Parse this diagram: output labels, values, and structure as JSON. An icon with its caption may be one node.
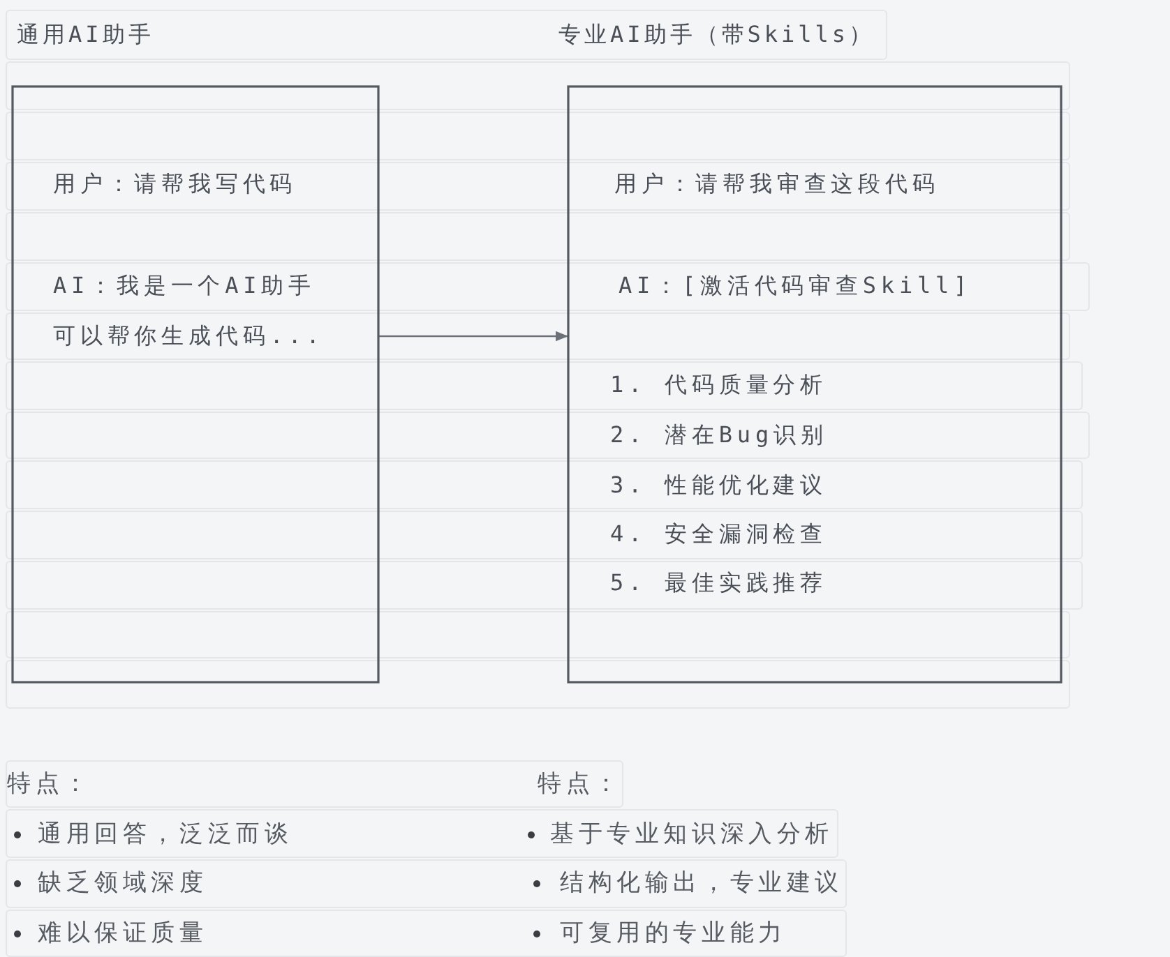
{
  "diagram": {
    "nodes": [
      {
        "text": [
          "通用AI助手",
          "用户：请帮我写代码",
          "AI：我是一个AI助手",
          "可以帮你生成代码..."
        ]
      },
      {
        "text": [
          "专业AI助手（带Skills）",
          "用户：请帮我审查这段代码",
          "AI：[激活代码审查Skill]",
          "1. 代码质量分析",
          "2. 潜在Bug识别",
          "3. 性能优化建议",
          "4. 安全漏洞检查",
          "5. 最佳实践推荐"
        ]
      }
    ],
    "edges": [
      {
        "from": 0,
        "to": 1,
        "arrow": "to"
      }
    ],
    "labels": [
      "特点：",
      "特点：",
      "通用回答，泛泛而谈",
      "基于专业知识深入分析",
      "缺乏领域深度",
      "结构化输出，专业建议",
      "难以保证质量",
      "可复用的专业能力"
    ]
  }
}
